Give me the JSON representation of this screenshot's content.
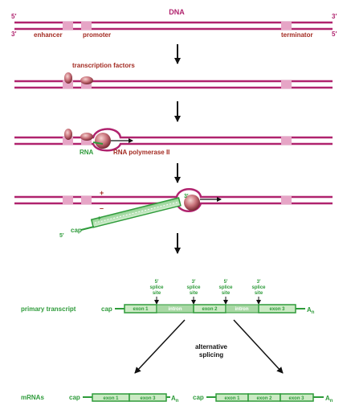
{
  "title": "DNA",
  "strand_ends": {
    "five": "5′",
    "three": "3′"
  },
  "elements": {
    "enhancer": "enhancer",
    "promoter": "promoter",
    "terminator": "terminator"
  },
  "labels": {
    "transcription_factors": "transcription factors",
    "rna": "RNA",
    "rna_polymerase": "RNA polymerase II",
    "plus": "+",
    "minus": "–",
    "cap": "cap",
    "primary_transcript": "primary transcript",
    "mrnas": "mRNAs",
    "poly_a": "A",
    "poly_a_sub": "n",
    "alternative_splicing": [
      "alternative",
      "splicing"
    ]
  },
  "splice_sites": [
    {
      "prime": "5′",
      "line1": "splice",
      "line2": "site"
    },
    {
      "prime": "3′",
      "line1": "splice",
      "line2": "site"
    },
    {
      "prime": "5′",
      "line1": "splice",
      "line2": "site"
    },
    {
      "prime": "3′",
      "line1": "splice",
      "line2": "site"
    }
  ],
  "transcript_segments": [
    "exon 1",
    "intron",
    "exon 2",
    "intron",
    "exon 3"
  ],
  "mrna_left_segments": [
    "exon 1",
    "exon 3"
  ],
  "mrna_right_segments": [
    "exon 1",
    "exon 2",
    "exon 3"
  ],
  "colors": {
    "dna": "#b0236e",
    "rna": "#2e9b3a",
    "factor": "#c8727a",
    "arrow": "#111111",
    "label_red": "#a32b22"
  }
}
